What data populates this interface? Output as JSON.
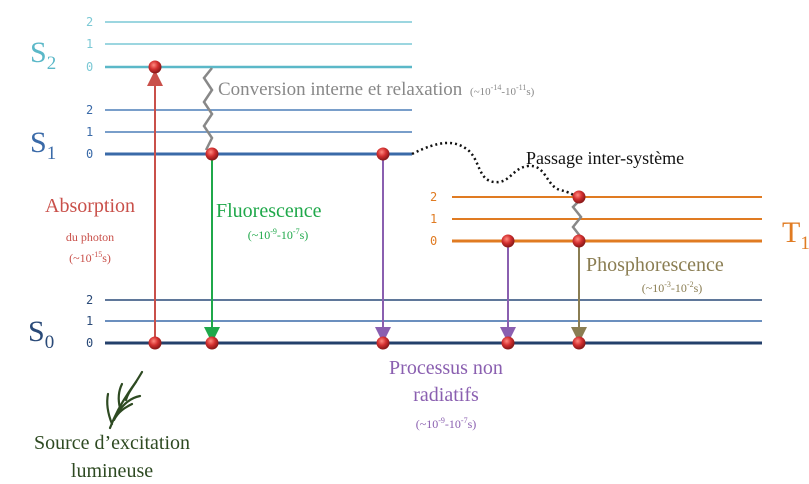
{
  "states": {
    "s2": {
      "label": "S",
      "sub": "2",
      "color": "#5bb8c8"
    },
    "s1": {
      "label": "S",
      "sub": "1",
      "color": "#3a6aa8"
    },
    "s0": {
      "label": "S",
      "sub": "0",
      "color": "#2a4a78"
    },
    "t1": {
      "label": "T",
      "sub": "1",
      "color": "#e07b22"
    }
  },
  "levels": {
    "s2": [
      "2",
      "1",
      "0"
    ],
    "s1": [
      "2",
      "1",
      "0"
    ],
    "s0": [
      "2",
      "1",
      "0"
    ],
    "t1": [
      "2",
      "1",
      "0"
    ]
  },
  "annotations": {
    "conversion": {
      "text": "Conversion interne et relaxation",
      "time": "(~10",
      "e1": "-14",
      "mid": "-10",
      "e2": "-11",
      "end": "s)",
      "color": "#888888"
    },
    "intersystem": {
      "text": "Passage inter-système",
      "color": "#111111"
    },
    "absorption": {
      "title": "Absorption",
      "line2": "du photon",
      "time": "(~10",
      "e1": "-15",
      "end": "s)",
      "color": "#c9504a"
    },
    "fluorescence": {
      "title": "Fluorescence",
      "time": "(~10",
      "e1": "-9",
      "mid": "-10",
      "e2": "-7",
      "end": "s)",
      "color": "#1fa84a"
    },
    "phosphorescence": {
      "title": "Phosphorescence",
      "time": "(~10",
      "e1": "-3",
      "mid": "-10",
      "e2": "-2",
      "end": "s)",
      "color": "#8a7d52"
    },
    "nonradiative": {
      "line1": "Processus non",
      "line2": "radiatifs",
      "time": "(~10",
      "e1": "-9",
      "mid": "-10",
      "e2": "-7",
      "end": "s)",
      "color": "#8a5fb0"
    },
    "source": {
      "line1": "Source d’excitation",
      "line2": "lumineuse",
      "color": "#2e4a22"
    }
  },
  "colors": {
    "absorption_arrow": "#c9504a",
    "fluorescence_arrow": "#1fa84a",
    "nonradiative_arrow": "#8a5fb0",
    "phosphorescence_arrow": "#8a7d52",
    "relaxation_zigzag": "#888888",
    "dot": "#c62828"
  }
}
